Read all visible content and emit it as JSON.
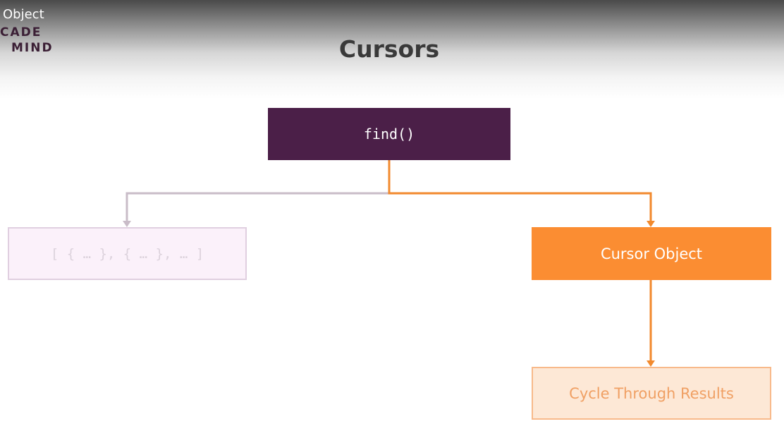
{
  "header": {
    "video_title": "Object",
    "logo_line_1": "CADE",
    "logo_line_2": "MIND",
    "slide_title": "Cursors"
  },
  "diagram": {
    "nodes": [
      {
        "id": "find",
        "label": "find()"
      },
      {
        "id": "array",
        "label": "[ { … }, { … }, … ]"
      },
      {
        "id": "cursor",
        "label": "Cursor Object"
      },
      {
        "id": "cycle",
        "label": "Cycle Through Results"
      }
    ],
    "edges": [
      {
        "from": "find",
        "to": "array",
        "style": "faded"
      },
      {
        "from": "find",
        "to": "cursor",
        "style": "highlighted"
      },
      {
        "from": "cursor",
        "to": "cycle",
        "style": "highlighted"
      }
    ]
  },
  "colors": {
    "find_fill": "#4b1f48",
    "cursor_fill": "#fb8d32",
    "highlight_line": "#f28a2e",
    "faded_line": "#c9bcc8",
    "array_fill": "#fbf1fa",
    "cycle_fill": "#fde8d6"
  }
}
